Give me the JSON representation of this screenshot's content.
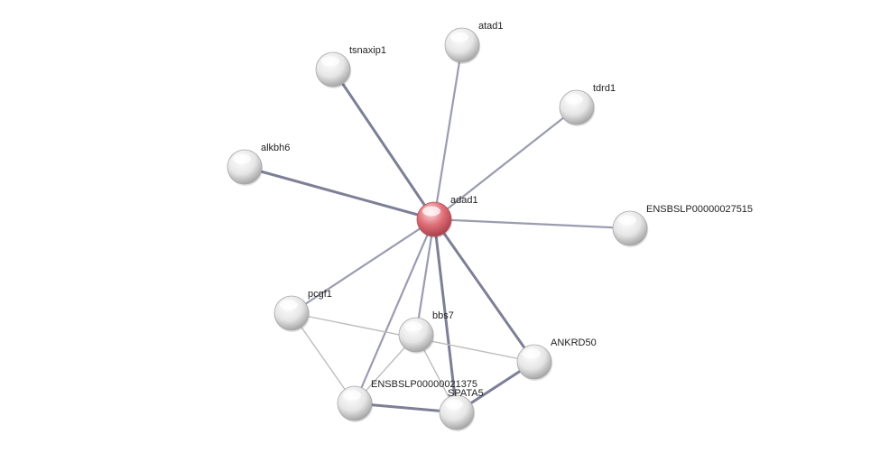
{
  "colors": {
    "query_node": "#e06f78",
    "other_node": "#e6e6e6",
    "edge_strong": "#7d7f96",
    "edge_medium": "#9a9cb0",
    "edge_weak": "#bdbdbd",
    "label": "#222222",
    "background": "#ffffff"
  },
  "nodes": [
    {
      "id": "adad1",
      "label": "adad1",
      "query": true
    },
    {
      "id": "tsnaxip1",
      "label": "tsnaxip1",
      "query": false
    },
    {
      "id": "atad1",
      "label": "atad1",
      "query": false
    },
    {
      "id": "tdrd1",
      "label": "tdrd1",
      "query": false
    },
    {
      "id": "alkbh6",
      "label": "alkbh6",
      "query": false
    },
    {
      "id": "ENSBSLP00000027515",
      "label": "ENSBSLP00000027515",
      "query": false
    },
    {
      "id": "pcgf1",
      "label": "pcgf1",
      "query": false
    },
    {
      "id": "bbs7",
      "label": "bbs7",
      "query": false
    },
    {
      "id": "ANKRD50",
      "label": "ANKRD50",
      "query": false
    },
    {
      "id": "ENSBSLP00000021375",
      "label": "ENSBSLP00000021375",
      "query": false
    },
    {
      "id": "SPATA5",
      "label": "SPATA5",
      "query": false
    }
  ],
  "edges": [
    {
      "source": "adad1",
      "target": "tsnaxip1",
      "strength": "strong"
    },
    {
      "source": "adad1",
      "target": "atad1",
      "strength": "medium"
    },
    {
      "source": "adad1",
      "target": "tdrd1",
      "strength": "medium"
    },
    {
      "source": "adad1",
      "target": "alkbh6",
      "strength": "strong"
    },
    {
      "source": "adad1",
      "target": "ENSBSLP00000027515",
      "strength": "medium"
    },
    {
      "source": "adad1",
      "target": "pcgf1",
      "strength": "medium"
    },
    {
      "source": "adad1",
      "target": "bbs7",
      "strength": "medium"
    },
    {
      "source": "adad1",
      "target": "ANKRD50",
      "strength": "strong"
    },
    {
      "source": "adad1",
      "target": "ENSBSLP00000021375",
      "strength": "medium"
    },
    {
      "source": "adad1",
      "target": "SPATA5",
      "strength": "strong"
    },
    {
      "source": "pcgf1",
      "target": "ANKRD50",
      "strength": "weak"
    },
    {
      "source": "pcgf1",
      "target": "ENSBSLP00000021375",
      "strength": "weak"
    },
    {
      "source": "bbs7",
      "target": "ENSBSLP00000021375",
      "strength": "weak"
    },
    {
      "source": "bbs7",
      "target": "SPATA5",
      "strength": "weak"
    },
    {
      "source": "ENSBSLP00000021375",
      "target": "SPATA5",
      "strength": "strong"
    },
    {
      "source": "SPATA5",
      "target": "ANKRD50",
      "strength": "strong"
    }
  ]
}
